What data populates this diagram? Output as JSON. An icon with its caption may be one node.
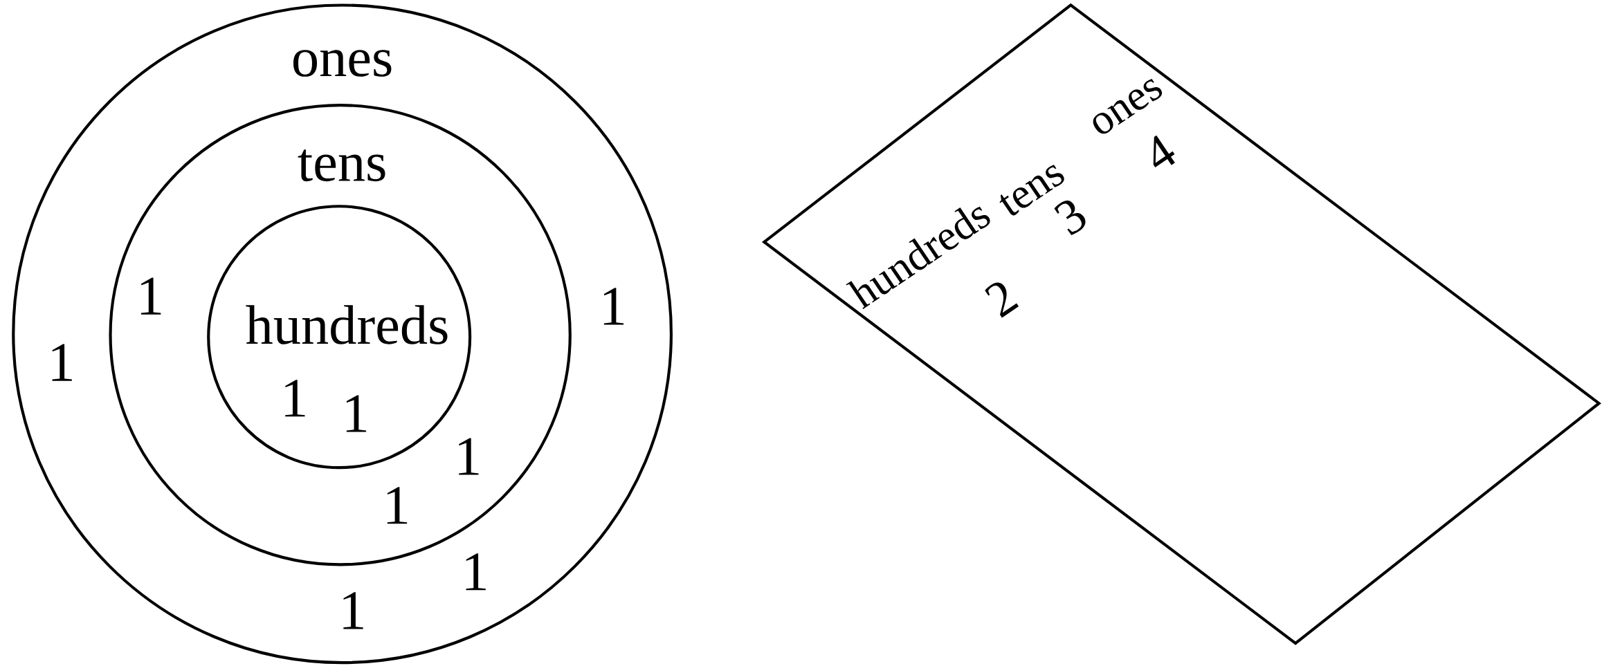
{
  "diagram": {
    "nodes": [
      {
        "text": [
          "ones",
          "1",
          "1",
          "1",
          "1"
        ]
      },
      {
        "text": [
          "tens",
          "1",
          "1",
          "1"
        ],
        "in": 0
      },
      {
        "text": [
          "hundreds",
          "1",
          "1"
        ],
        "in": 1
      },
      {
        "text": [
          "hundreds",
          "tens",
          "ones",
          "2",
          "3",
          "4"
        ]
      }
    ]
  }
}
